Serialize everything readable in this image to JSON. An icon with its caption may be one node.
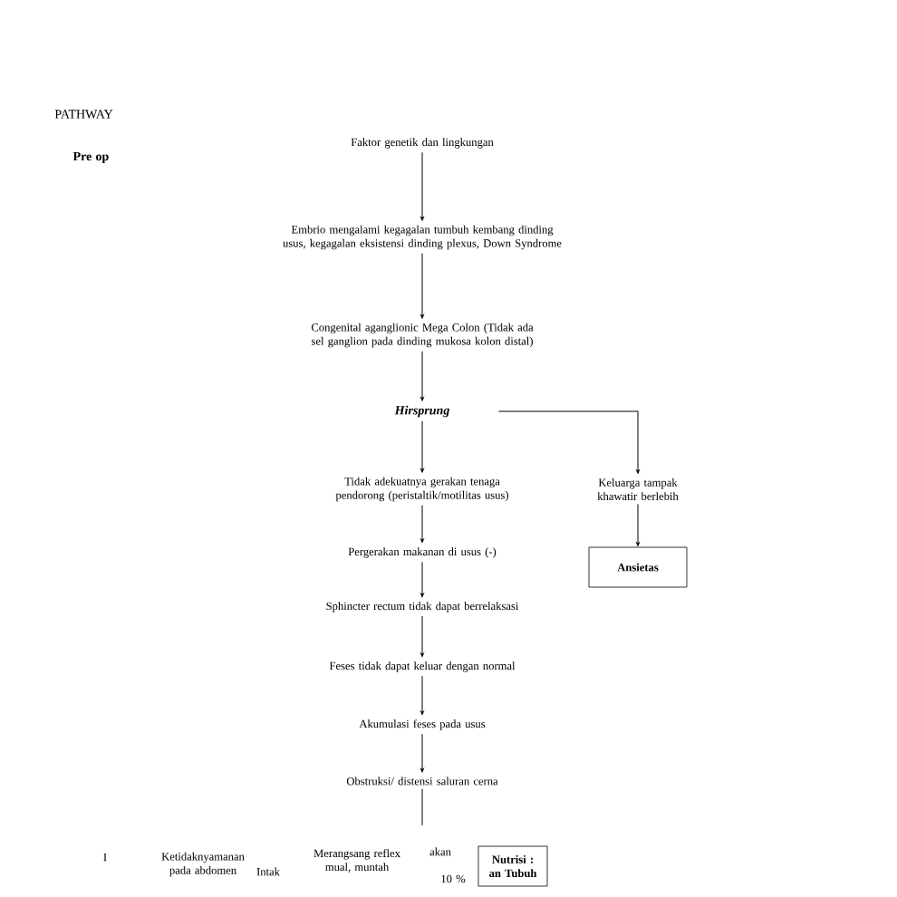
{
  "diagram": {
    "title": "PATHWAY",
    "nodes": [
      {
        "text": [
          "Faktor genetik dan lingkungan"
        ]
      },
      {
        "text": [
          "Embrio mengalami kegagalan tumbuh kembang dinding usus, kegagalan eksistensi dinding plexus, Down Syndrome"
        ]
      },
      {
        "text": [
          "Congenital aganglionic Mega Colon (Tidak ada sel ganglion pada dinding mukosa kolon distal)"
        ]
      },
      {
        "text": [
          "Hirsprung"
        ]
      },
      {
        "text": [
          "Tidak adekuatnya gerakan tenaga pendorong (peristaltik/motilitas usus)"
        ]
      },
      {
        "text": [
          "Pergerakan makanan di usus (-)"
        ]
      },
      {
        "text": [
          "Sphincter rectum tidak dapat berrelaksasi"
        ]
      },
      {
        "text": [
          "Feses tidak dapat keluar dengan normal"
        ]
      },
      {
        "text": [
          "Akumulasi feses pada usus"
        ]
      },
      {
        "text": [
          "Obstruksi/ distensi saluran cerna"
        ]
      },
      {
        "text": [
          "Keluarga tampak khawatir berlebih"
        ]
      },
      {
        "text": [
          "Ansietas"
        ]
      },
      {
        "text": [
          "Nutrisi : an Tubuh"
        ]
      }
    ],
    "edges": [
      {
        "from": 0,
        "to": 1,
        "arrow": "to"
      },
      {
        "from": 1,
        "to": 2,
        "arrow": "to"
      },
      {
        "from": 2,
        "to": 3,
        "arrow": "to"
      },
      {
        "from": 3,
        "to": 4,
        "arrow": "to"
      },
      {
        "from": 4,
        "to": 5,
        "arrow": "to"
      },
      {
        "from": 5,
        "to": 6,
        "arrow": "to"
      },
      {
        "from": 6,
        "to": 7,
        "arrow": "to"
      },
      {
        "from": 7,
        "to": 8,
        "arrow": "to"
      },
      {
        "from": 8,
        "to": 9,
        "arrow": "to"
      },
      {
        "from": 3,
        "to": 10,
        "arrow": "to"
      },
      {
        "from": 10,
        "to": 11,
        "arrow": "to"
      },
      {
        "from": 9,
        "to": null,
        "arrow": "none"
      }
    ],
    "labels": [
      "Pre op",
      "I",
      "Ketidaknyamanan pada abdomen",
      "Intak",
      "Merangsang reflex mual, muntah",
      "akan",
      "10 %"
    ]
  }
}
